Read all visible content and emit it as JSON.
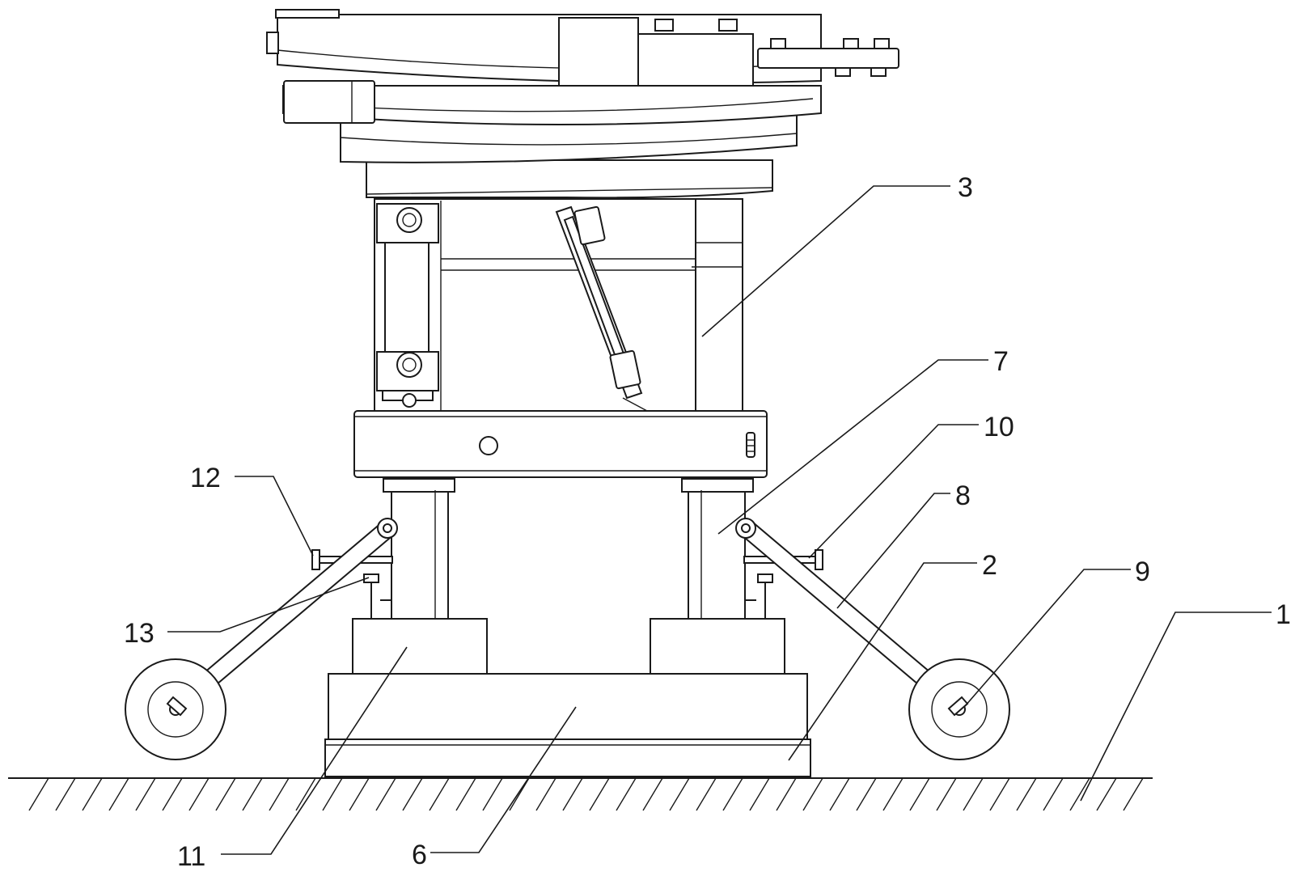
{
  "labels": {
    "l1": "1",
    "l2": "2",
    "l3": "3",
    "l6": "6",
    "l7": "7",
    "l8": "8",
    "l9": "9",
    "l10": "10",
    "l11": "11",
    "l12": "12",
    "l13": "13"
  },
  "colors": {
    "line": "#1a1a1a",
    "background": "#ffffff"
  }
}
